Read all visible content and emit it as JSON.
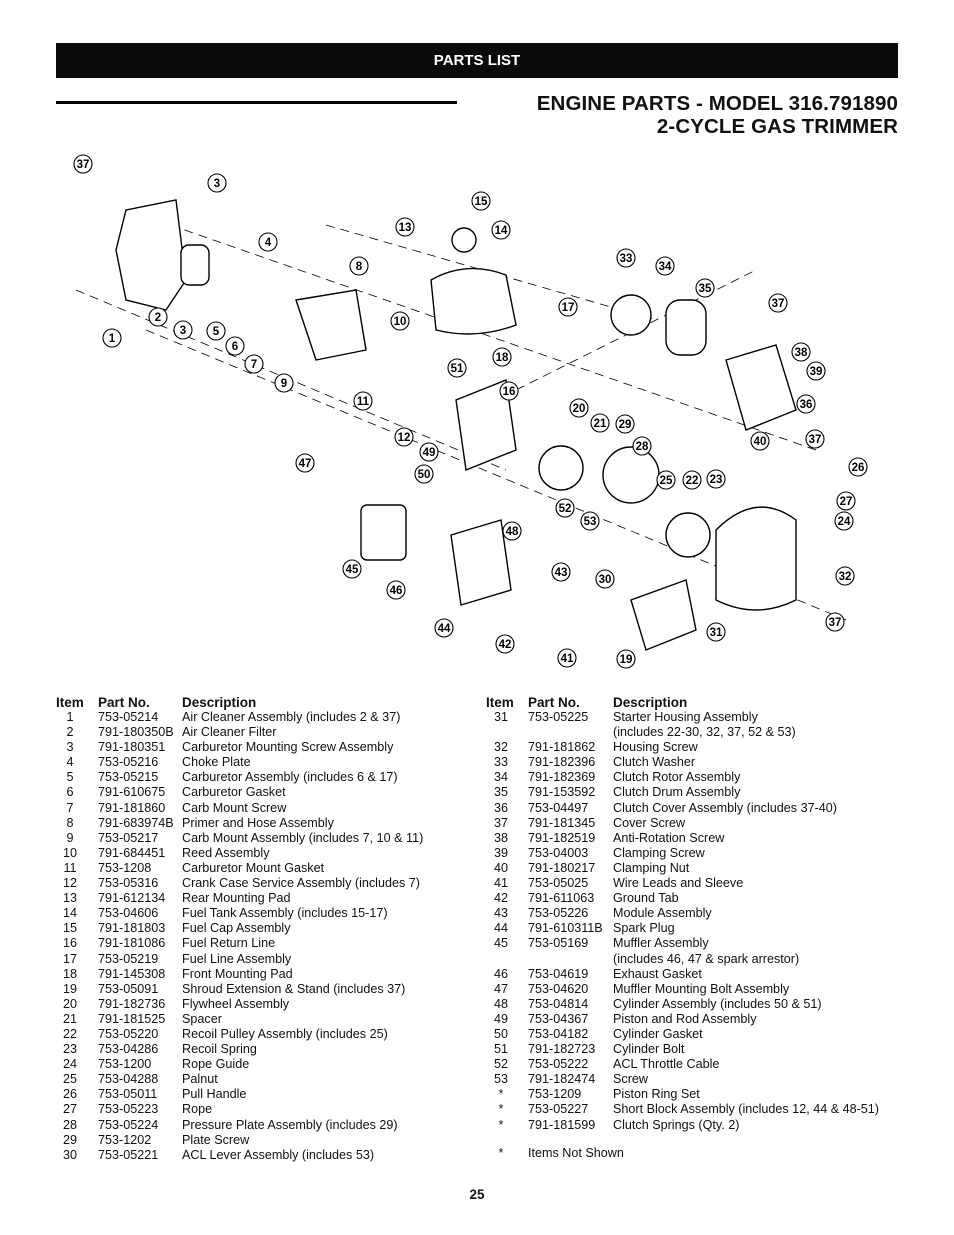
{
  "header": {
    "banner": "PARTS LIST"
  },
  "title": {
    "line1": "ENGINE PARTS - MODEL 316.791890",
    "line2": "2-CYCLE GAS TRIMMER"
  },
  "callouts": [
    "37",
    "3",
    "15",
    "13",
    "14",
    "4",
    "8",
    "33",
    "34",
    "35",
    "37",
    "17",
    "10",
    "2",
    "3",
    "5",
    "1",
    "6",
    "18",
    "7",
    "51",
    "38",
    "39",
    "36",
    "9",
    "16",
    "11",
    "20",
    "21",
    "29",
    "40",
    "37",
    "12",
    "49",
    "28",
    "47",
    "50",
    "25",
    "22",
    "23",
    "26",
    "27",
    "52",
    "53",
    "24",
    "48",
    "45",
    "43",
    "30",
    "32",
    "46",
    "44",
    "42",
    "41",
    "19",
    "31",
    "37"
  ],
  "columns": {
    "item": "Item",
    "part": "Part No.",
    "desc": "Description"
  },
  "left_rows": [
    {
      "item": "1",
      "part": "753-05214",
      "desc": "Air Cleaner Assembly (includes 2 & 37)"
    },
    {
      "item": "2",
      "part": "791-180350B",
      "desc": "Air Cleaner Filter"
    },
    {
      "item": "3",
      "part": "791-180351",
      "desc": "Carburetor Mounting Screw Assembly"
    },
    {
      "item": "4",
      "part": "753-05216",
      "desc": "Choke Plate"
    },
    {
      "item": "5",
      "part": "753-05215",
      "desc": "Carburetor Assembly  (includes 6 & 17)"
    },
    {
      "item": "6",
      "part": "791-610675",
      "desc": "Carburetor Gasket"
    },
    {
      "item": "7",
      "part": "791-181860",
      "desc": "Carb Mount Screw"
    },
    {
      "item": "8",
      "part": "791-683974B",
      "desc": "Primer and Hose Assembly"
    },
    {
      "item": "9",
      "part": "753-05217",
      "desc": "Carb Mount Assembly (includes 7, 10 & 11)"
    },
    {
      "item": "10",
      "part": "791-684451",
      "desc": "Reed Assembly"
    },
    {
      "item": "11",
      "part": "753-1208",
      "desc": "Carburetor Mount Gasket"
    },
    {
      "item": "12",
      "part": "753-05316",
      "desc": "Crank Case Service Assembly (includes 7)"
    },
    {
      "item": "13",
      "part": "791-612134",
      "desc": "Rear Mounting Pad"
    },
    {
      "item": "14",
      "part": "753-04606",
      "desc": "Fuel Tank Assembly (includes 15-17)"
    },
    {
      "item": "15",
      "part": "791-181803",
      "desc": "Fuel Cap Assembly"
    },
    {
      "item": "16",
      "part": "791-181086",
      "desc": "Fuel Return Line"
    },
    {
      "item": "17",
      "part": "753-05219",
      "desc": "Fuel Line Assembly"
    },
    {
      "item": "18",
      "part": "791-145308",
      "desc": "Front Mounting Pad"
    },
    {
      "item": "19",
      "part": "753-05091",
      "desc": "Shroud Extension & Stand (includes 37)"
    },
    {
      "item": "20",
      "part": "791-182736",
      "desc": "Flywheel Assembly"
    },
    {
      "item": "21",
      "part": "791-181525",
      "desc": "Spacer"
    },
    {
      "item": "22",
      "part": "753-05220",
      "desc": "Recoil Pulley Assembly (includes 25)"
    },
    {
      "item": "23",
      "part": "753-04286",
      "desc": "Recoil Spring"
    },
    {
      "item": "24",
      "part": "753-1200",
      "desc": "Rope Guide"
    },
    {
      "item": "25",
      "part": "753-04288",
      "desc": "Palnut"
    },
    {
      "item": "26",
      "part": "753-05011",
      "desc": "Pull Handle"
    },
    {
      "item": "27",
      "part": "753-05223",
      "desc": "Rope"
    },
    {
      "item": "28",
      "part": "753-05224",
      "desc": "Pressure Plate Assembly (includes 29)"
    },
    {
      "item": "29",
      "part": "753-1202",
      "desc": "Plate Screw"
    },
    {
      "item": "30",
      "part": "753-05221",
      "desc": "ACL Lever Assembly (includes 53)"
    }
  ],
  "right_rows": [
    {
      "item": "31",
      "part": "753-05225",
      "desc": "Starter Housing Assembly",
      "desc2": "(includes 22-30, 32, 37, 52 & 53)"
    },
    {
      "item": "32",
      "part": "791-181862",
      "desc": "Housing Screw"
    },
    {
      "item": "33",
      "part": "791-182396",
      "desc": "Clutch Washer"
    },
    {
      "item": "34",
      "part": "791-182369",
      "desc": "Clutch Rotor Assembly"
    },
    {
      "item": "35",
      "part": "791-153592",
      "desc": "Clutch Drum Assembly"
    },
    {
      "item": "36",
      "part": "753-04497",
      "desc": "Clutch Cover Assembly (includes 37-40)"
    },
    {
      "item": "37",
      "part": "791-181345",
      "desc": "Cover Screw"
    },
    {
      "item": "38",
      "part": "791-182519",
      "desc": "Anti-Rotation Screw"
    },
    {
      "item": "39",
      "part": "753-04003",
      "desc": "Clamping Screw"
    },
    {
      "item": "40",
      "part": "791-180217",
      "desc": "Clamping Nut"
    },
    {
      "item": "41",
      "part": "753-05025",
      "desc": "Wire Leads and Sleeve"
    },
    {
      "item": "42",
      "part": "791-611063",
      "desc": "Ground Tab"
    },
    {
      "item": "43",
      "part": "753-05226",
      "desc": "Module Assembly"
    },
    {
      "item": "44",
      "part": "791-610311B",
      "desc": "Spark Plug"
    },
    {
      "item": "45",
      "part": "753-05169",
      "desc": "Muffler Assembly",
      "desc2": "(includes 46, 47 & spark arrestor)"
    },
    {
      "item": "46",
      "part": "753-04619",
      "desc": "Exhaust Gasket"
    },
    {
      "item": "47",
      "part": "753-04620",
      "desc": "Muffler Mounting Bolt Assembly"
    },
    {
      "item": "48",
      "part": "753-04814",
      "desc": "Cylinder Assembly (includes 50 & 51)"
    },
    {
      "item": "49",
      "part": "753-04367",
      "desc": "Piston and Rod Assembly"
    },
    {
      "item": "50",
      "part": "753-04182",
      "desc": "Cylinder Gasket"
    },
    {
      "item": "51",
      "part": "791-182723",
      "desc": "Cylinder Bolt"
    },
    {
      "item": "52",
      "part": "753-05222",
      "desc": "ACL Throttle Cable"
    },
    {
      "item": "53",
      "part": "791-182474",
      "desc": "Screw"
    },
    {
      "item": "*",
      "part": "753-1209",
      "desc": "Piston Ring Set"
    },
    {
      "item": "*",
      "part": "753-05227",
      "desc": "Short Block Assembly (includes 12, 44 & 48-51)"
    },
    {
      "item": "*",
      "part": "791-181599",
      "desc": "Clutch Springs (Qty. 2)"
    }
  ],
  "footnote": {
    "mark": "*",
    "text": "Items Not Shown"
  },
  "page_number": "25"
}
